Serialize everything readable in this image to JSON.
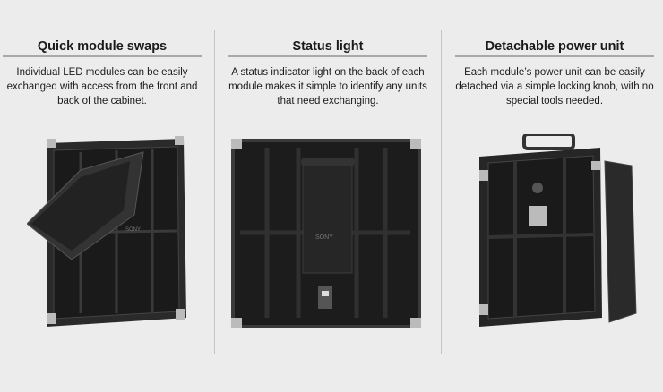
{
  "features": [
    {
      "title": "Quick module swaps",
      "description": "Individual LED modules can be easily exchanged with access from the front and back of the cabinet."
    },
    {
      "title": "Status light",
      "description": "A status indicator light on the back of each module makes it simple to identify any units that need exchanging."
    },
    {
      "title": "Detachable power unit",
      "description": "Each module’s power unit can be easily detached via a simple locking knob, with no special tools needed."
    }
  ],
  "brand_label": "SONY"
}
